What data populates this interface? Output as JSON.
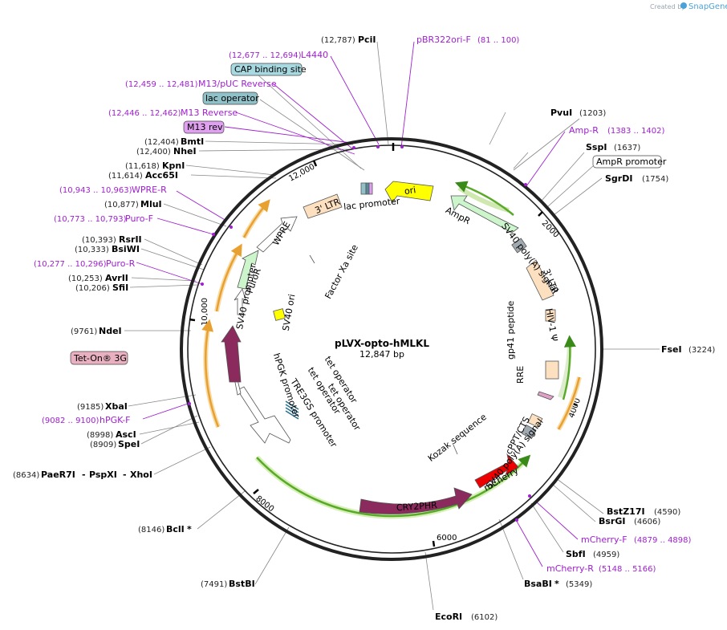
{
  "watermark": {
    "created_by": "Created by",
    "brand": "SnapGene"
  },
  "plasmid": {
    "name": "pLVX-opto-hMLKL",
    "size": "12,847 bp"
  },
  "ticks": [
    "2000",
    "4000",
    "6000",
    "8000",
    "10,000",
    "12,000"
  ],
  "sites": {
    "pcii": {
      "coord": "(12,787)",
      "name": "PciI"
    },
    "pbr322_primer": {
      "name": "pBR322ori-F",
      "range": "(81 .. 100)"
    },
    "l4440": {
      "range": "(12,677 .. 12,694)",
      "name": "L4440"
    },
    "cap_site": {
      "name": "CAP binding site"
    },
    "m13puc": {
      "range": "(12,459 .. 12,481)",
      "name": "M13/pUC Reverse"
    },
    "lac_operator": {
      "name": "lac operator"
    },
    "m13rev_primer": {
      "range": "(12,446 .. 12,462)",
      "name": "M13 Reverse"
    },
    "m13rev_feat": {
      "name": "M13 rev"
    },
    "bmti": {
      "coord": "(12,404)",
      "name": "BmtI"
    },
    "nhei": {
      "coord": "(12,400)",
      "name": "NheI"
    },
    "kpni": {
      "coord": "(11,618)",
      "name": "KpnI"
    },
    "acc65i": {
      "coord": "(11,614)",
      "name": "Acc65I"
    },
    "wprer": {
      "range": "(10,943 .. 10,963)",
      "name": "WPRE-R"
    },
    "mlui": {
      "coord": "(10,877)",
      "name": "MluI"
    },
    "purof": {
      "range": "(10,773 .. 10,793)",
      "name": "Puro-F"
    },
    "rsrii": {
      "coord": "(10,393)",
      "name": "RsrII"
    },
    "bsiwi": {
      "coord": "(10,333)",
      "name": "BsiWI"
    },
    "puror_primer": {
      "range": "(10,277 .. 10,296)",
      "name": "Puro-R"
    },
    "avrii": {
      "coord": "(10,253)",
      "name": "AvrII"
    },
    "sfii": {
      "coord": "(10,206)",
      "name": "SfiI"
    },
    "ndei": {
      "coord": "(9761)",
      "name": "NdeI"
    },
    "teton": {
      "name": "Tet-On® 3G"
    },
    "xbai": {
      "coord": "(9185)",
      "name": "XbaI"
    },
    "hpgkf": {
      "range": "(9082 .. 9100)",
      "name": "hPGK-F"
    },
    "asci": {
      "coord": "(8998)",
      "name": "AscI"
    },
    "spei": {
      "coord": "(8909)",
      "name": "SpeI"
    },
    "paer7i": {
      "coord": "(8634)",
      "name": "PaeR7I",
      "sep1": "-",
      "name2": "PspXI",
      "sep2": "-",
      "name3": "XhoI"
    },
    "bcli": {
      "coord": "(8146)",
      "name": "BclI",
      "mark": "*"
    },
    "bstbi": {
      "coord": "(7491)",
      "name": "BstBI"
    },
    "ecori": {
      "name": "EcoRI",
      "coord": "(6102)"
    },
    "bsabi": {
      "name": "BsaBI",
      "mark": "*",
      "coord": "(5349)"
    },
    "mcherryr": {
      "name": "mCherry-R",
      "range": "(5148 .. 5166)"
    },
    "sbfi": {
      "name": "SbfI",
      "coord": "(4959)"
    },
    "mcherryf": {
      "name": "mCherry-F",
      "range": "(4879 .. 4898)"
    },
    "bsrgi": {
      "name": "BsrGI",
      "coord": "(4606)"
    },
    "bstz17i": {
      "name": "BstZ17I",
      "coord": "(4590)"
    },
    "fsei": {
      "name": "FseI",
      "coord": "(3224)"
    },
    "sgrdi": {
      "name": "SgrDI",
      "coord": "(1754)"
    },
    "ampr_promoter": {
      "name": "AmpR promoter"
    },
    "sspi": {
      "name": "SspI",
      "coord": "(1637)"
    },
    "ampr_primer": {
      "name": "Amp-R",
      "range": "(1383 .. 1402)"
    },
    "pvui": {
      "name": "PvuI",
      "coord": "(1203)"
    }
  },
  "features": {
    "ori": "ori",
    "ampr": "AmpR",
    "sv40_polya_1": "SV40 poly(A) signal",
    "ltr_right": "3' LTR",
    "hiv_psi": "HIV-1 Ψ",
    "gp41": "gp41 peptide",
    "rre": "RRE",
    "cppt": "cPPT/CTS",
    "sv40_polya_2": "SV40 poly(A) signal",
    "mcherry": "mCherry",
    "kozak": "Kozak sequence",
    "cry2phr": "CRY2PHR",
    "tre3gs": "TRE3GS promoter",
    "tet_op1": "tet operator",
    "tet_op2": "tet operator",
    "tet_op3": "tet operator",
    "hpgk": "hPGK promoter",
    "sv40_promoter": "SV40 promoter",
    "sv40_ori": "SV40 ori",
    "puror": "PuroR",
    "wpre": "WPRE",
    "factor_xa": "Factor Xa site",
    "ltr_left": "3' LTR",
    "lac_promoter": "lac promoter"
  },
  "colors": {
    "backbone": "#222222",
    "primer": "#a020d0",
    "ltr": "#fde0c0",
    "ori": "#ffff00",
    "ampr": "#ccf5cc",
    "crimson": "#8b2a5c",
    "mcherry": "#ee0000",
    "grey_box": "#a0a8b0",
    "orf_orange": "#e8a030",
    "orf_green": "#5aaa2a",
    "cap_fill": "#a8d8e0",
    "lac_fill": "#90c0c8",
    "m13_fill": "#e0a0f0",
    "teton_fill": "#e8b0c0"
  }
}
